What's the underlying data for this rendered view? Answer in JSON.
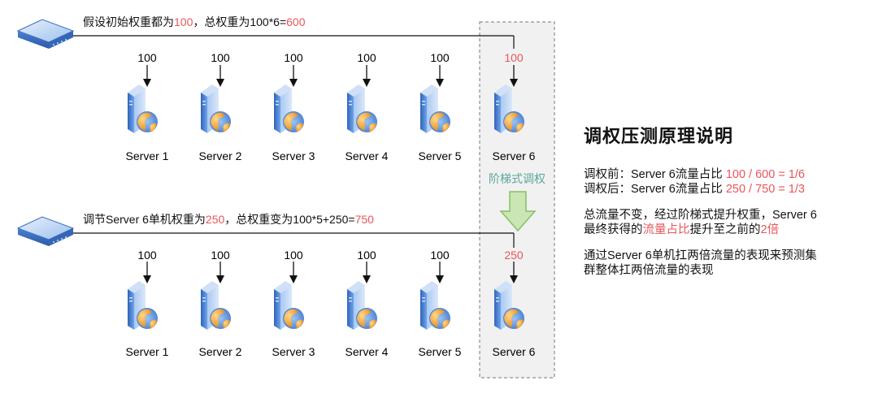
{
  "top": {
    "caption_prefix": "假设初始权重都为",
    "caption_weight": "100",
    "caption_mid": "，总权重为100*6=",
    "caption_total": "600",
    "weights": [
      "100",
      "100",
      "100",
      "100",
      "100",
      "100"
    ],
    "servers": [
      "Server 1",
      "Server 2",
      "Server 3",
      "Server 4",
      "Server 5",
      "Server 6"
    ]
  },
  "transition_label": "阶梯式调权",
  "bottom": {
    "caption_prefix": "调节Server 6单机权重为",
    "caption_weight": "250",
    "caption_mid": "，总权重变为100*5+250=",
    "caption_total": "750",
    "weights": [
      "100",
      "100",
      "100",
      "100",
      "100",
      "250"
    ],
    "servers": [
      "Server 1",
      "Server 2",
      "Server 3",
      "Server 4",
      "Server 5",
      "Server 6"
    ]
  },
  "explanation": {
    "title": "调权压测原理说明",
    "before_prefix": "调权前：Server 6流量占比 ",
    "before_value": "100 / 600 = 1/6",
    "after_prefix": "调权后：Server 6流量占比 ",
    "after_value": "250 / 750 = 1/3",
    "para1_a": "总流量不变，经过阶梯式提升权重，Server 6",
    "para1_b": "最终获得的",
    "para1_highlight": "流量占比",
    "para1_c": "提升至之前的",
    "para1_times": "2倍",
    "para2_a": "通过Server 6单机扛两倍流量的表现来预测集",
    "para2_b": "群整体扛两倍流量的表现"
  },
  "colors": {
    "highlight": "#e8555b",
    "transition": "#5aa69a",
    "arrow_fill": "#c9e6b4",
    "arrow_stroke": "#86bf65",
    "router": "#5b8fd6",
    "server_body": "#4a86d8",
    "globe": "#f1a33b"
  }
}
